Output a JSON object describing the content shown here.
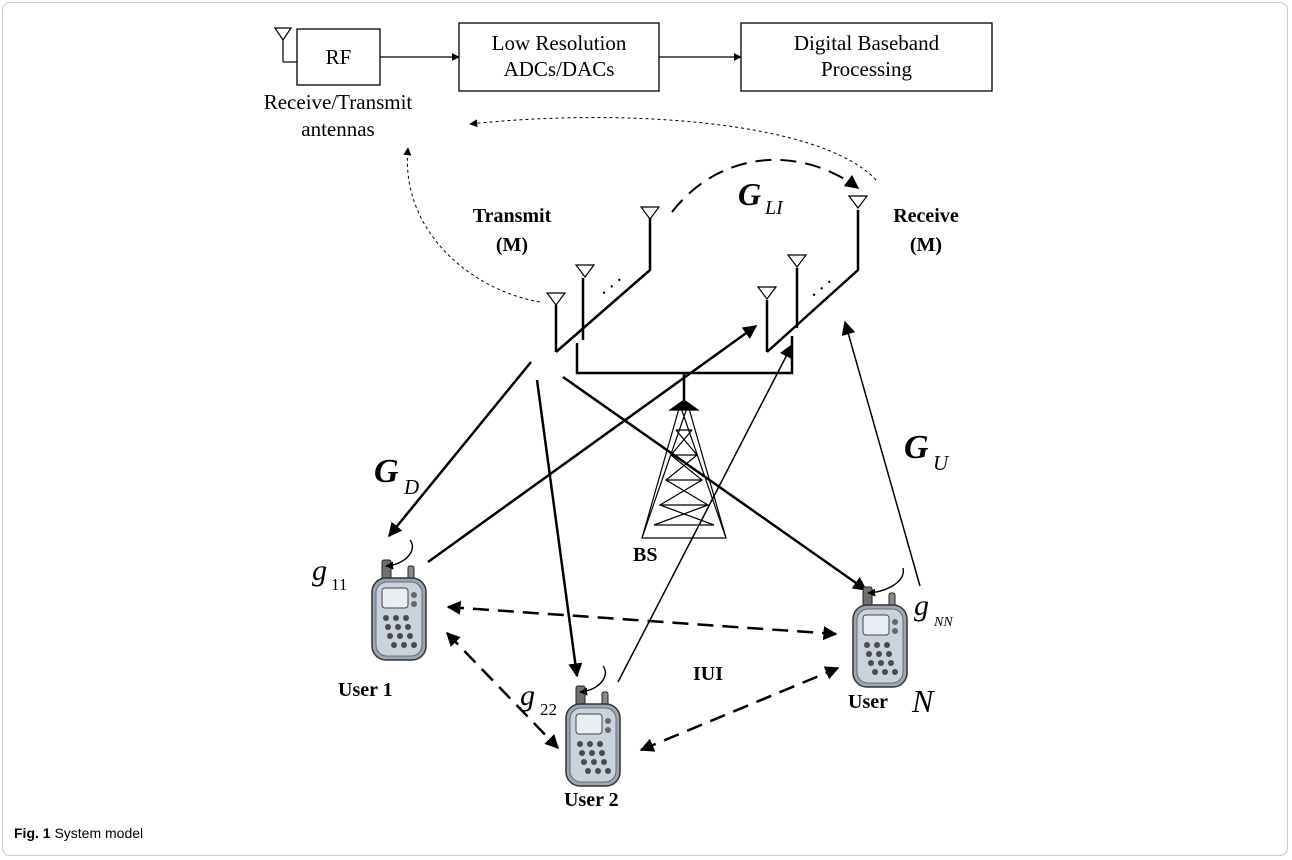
{
  "blocks": {
    "rf": "RF",
    "adc_line1": "Low Resolution",
    "adc_line2": "ADCs/DACs",
    "dbp_line1": "Digital Baseband",
    "dbp_line2": "Processing",
    "antenna_line1": "Receive/Transmit",
    "antenna_line2": "antennas"
  },
  "arrays": {
    "transmit_line1": "Transmit",
    "transmit_line2": "(M)",
    "receive_line1": "Receive",
    "receive_line2": "(M)",
    "dots": ". . ."
  },
  "channels": {
    "gli_main": "G",
    "gli_sub": "LI",
    "gd_main": "G",
    "gd_sub": "D",
    "gu_main": "G",
    "gu_sub": "U",
    "g11_main": "g",
    "g11_sub": "11",
    "g22_main": "g",
    "g22_sub": "22",
    "gnn_main": "g",
    "gnn_sub": "NN",
    "iui": "IUI"
  },
  "nodes": {
    "bs": "BS",
    "user1": "User 1",
    "user2": "User 2",
    "userN_word": "User",
    "userN_sym": "N"
  },
  "caption": {
    "label": "Fig. 1",
    "text": "System model"
  }
}
